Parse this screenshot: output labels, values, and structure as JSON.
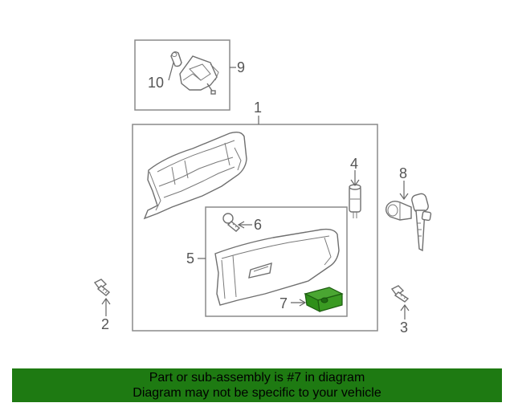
{
  "callouts": {
    "c1": "1",
    "c2": "2",
    "c3": "3",
    "c4": "4",
    "c5": "5",
    "c6": "6",
    "c7": "7",
    "c8": "8",
    "c9": "9",
    "c10": "10"
  },
  "banner": {
    "line1": "Part or sub-assembly is #7 in diagram",
    "line2": "Diagram may not be specific to your vehicle",
    "background": "#1e7a12",
    "text_color": "#000000"
  },
  "colors": {
    "highlight_part": "#2f8f1a",
    "line_art": "#6f6f6f",
    "frame": "#888888"
  }
}
